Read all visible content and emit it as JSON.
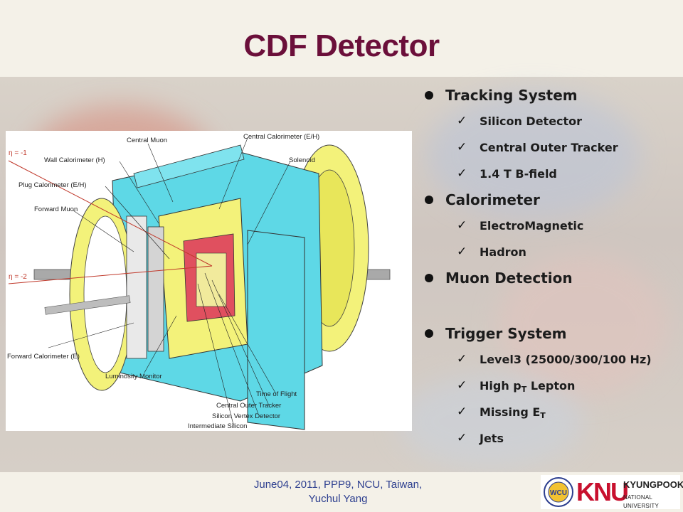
{
  "title": "CDF Detector",
  "figure_labels": {
    "central_muon": "Central Muon",
    "central_calorimeter": "Central Calorimeter (E/H)",
    "wall_calorimeter": "Wall Calorimeter  (H)",
    "solenoid": "Solenoid",
    "plug_calorimeter": "Plug Calorimeter (E/H)",
    "forward_muon": "Forward Muon",
    "forward_calorimeter": "Forward Calorimeter (E)",
    "luminosity_monitor": "Luminosity Monitor",
    "time_of_flight": "Time of Flight",
    "central_outer_tracker": "Central Outer Tracker",
    "silicon_vertex_detector": "Silicon Vertex Detector",
    "intermediate_silicon": "Intermediate Silicon",
    "eta_minus_1": "η = -1",
    "eta_minus_2": "η = -2"
  },
  "bullets": {
    "tracking": {
      "label": "Tracking System",
      "items": [
        "Silicon Detector",
        "Central Outer Tracker",
        "1.4 T B-field"
      ]
    },
    "calorimeter": {
      "label": "Calorimeter",
      "items": [
        "ElectroMagnetic",
        "Hadron"
      ]
    },
    "muon": {
      "label": "Muon Detection"
    },
    "trigger": {
      "label": "Trigger System",
      "items": [
        "Level3 (25000/300/100 Hz)",
        "High p",
        "Lepton",
        "Missing E",
        "Jets"
      ],
      "subscript": "T"
    }
  },
  "footer": {
    "line1": "June04, 2011, PPP9, NCU, Taiwan,",
    "line2": "Yuchul Yang"
  },
  "logos": {
    "wcu": "WCU",
    "knu": "KNU",
    "kyungpook": "KYUNGPOOK",
    "national_university": "NATIONAL UNIVERSITY"
  },
  "colors": {
    "title": "#6b0f3a",
    "footer": "#2d3f8f",
    "knu_red": "#c8102e",
    "eta_line": "#c0392b"
  }
}
